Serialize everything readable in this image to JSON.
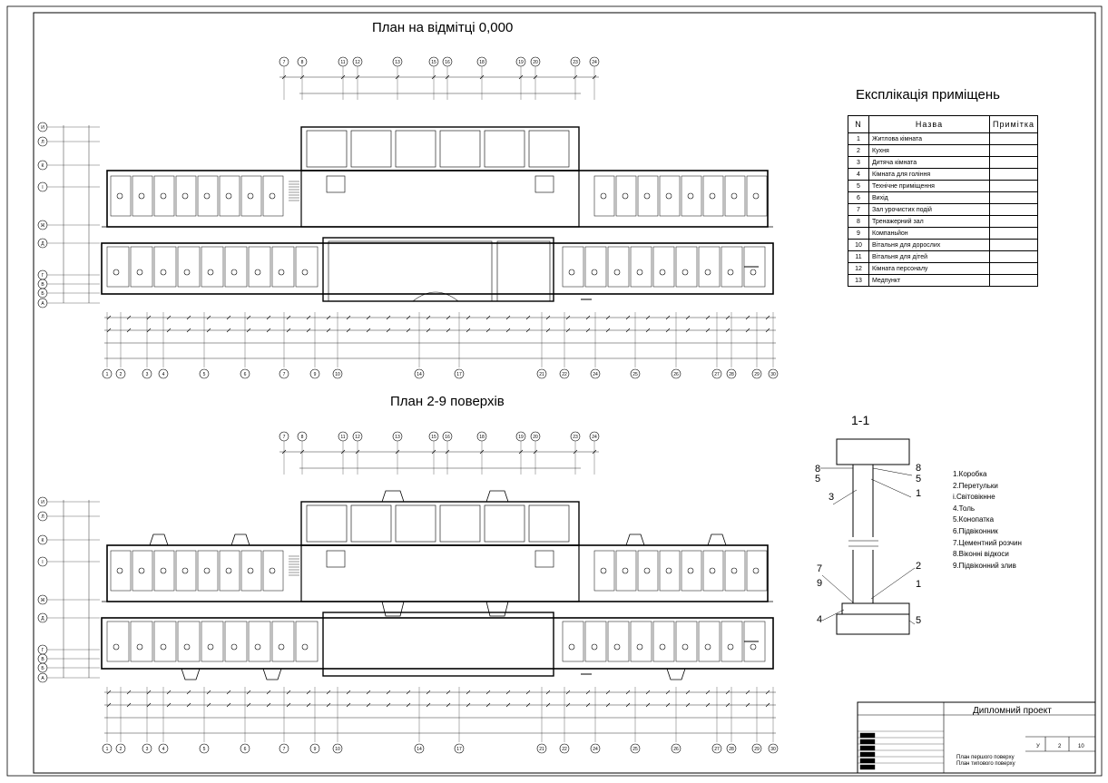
{
  "drawing": {
    "plan_ground_title": "План на відмітці 0,000",
    "plan_typical_title": "План 2-9 поверхів",
    "section_label": "1-1"
  },
  "explication": {
    "title": "Експлікація приміщень",
    "col_n": "N",
    "col_name": "Назва",
    "col_note": "Примітка",
    "rows": [
      {
        "n": "1",
        "name": "Житлова кімната"
      },
      {
        "n": "2",
        "name": "Кухня"
      },
      {
        "n": "3",
        "name": "Дитяча кімната"
      },
      {
        "n": "4",
        "name": "Кімната для гоління"
      },
      {
        "n": "5",
        "name": "Технічне приміщення"
      },
      {
        "n": "6",
        "name": "Вихід"
      },
      {
        "n": "7",
        "name": "Зал урочистих подій"
      },
      {
        "n": "8",
        "name": "Тренажерний зал"
      },
      {
        "n": "9",
        "name": "Компаньйон"
      },
      {
        "n": "10",
        "name": "Вітальня для дорослих"
      },
      {
        "n": "11",
        "name": "Вітальня для дітей"
      },
      {
        "n": "12",
        "name": "Кімната персоналу"
      },
      {
        "n": "13",
        "name": "Медпункт"
      }
    ]
  },
  "legend": {
    "items": [
      "1.Коробка",
      "2.Перетульки",
      "і.Світовікнне",
      "4.Толь",
      "5.Конопатка",
      "6.Підвіконник",
      "7.Цементний розчин",
      "8.Віконні відкоси",
      "9.Підвіконний злив"
    ]
  },
  "stamp": {
    "project": "Дипломний проект",
    "sheet_label": "У",
    "sheet": "2",
    "sheets": "10",
    "line1": "План першого поверху",
    "line2": "План типового поверху"
  },
  "axes": {
    "top": [
      "7",
      "8",
      "11",
      "12",
      "13",
      "15",
      "16",
      "18",
      "19",
      "20",
      "23",
      "24"
    ],
    "bottom": [
      "1",
      "2",
      "3",
      "4",
      "5",
      "6",
      "7",
      "9",
      "10",
      "14",
      "17",
      "21",
      "22",
      "24",
      "25",
      "26",
      "27",
      "28",
      "29",
      "30"
    ],
    "left": [
      "И",
      "Л",
      "К",
      "І",
      "Ж",
      "Д",
      "Г",
      "В",
      "Б",
      "А"
    ]
  }
}
